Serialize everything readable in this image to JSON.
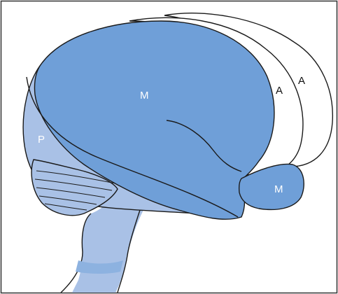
{
  "diagram": {
    "labels": {
      "medial_main": "M",
      "medial_small": "M",
      "posterior": "P",
      "anterior_inner": "A",
      "anterior_outer": "A"
    },
    "colors": {
      "medial": "#6f9fd8",
      "posterior": "#a9c1e6",
      "anterior": "#ffffff",
      "outline": "#1a1a1a",
      "frame": "#333333"
    }
  }
}
